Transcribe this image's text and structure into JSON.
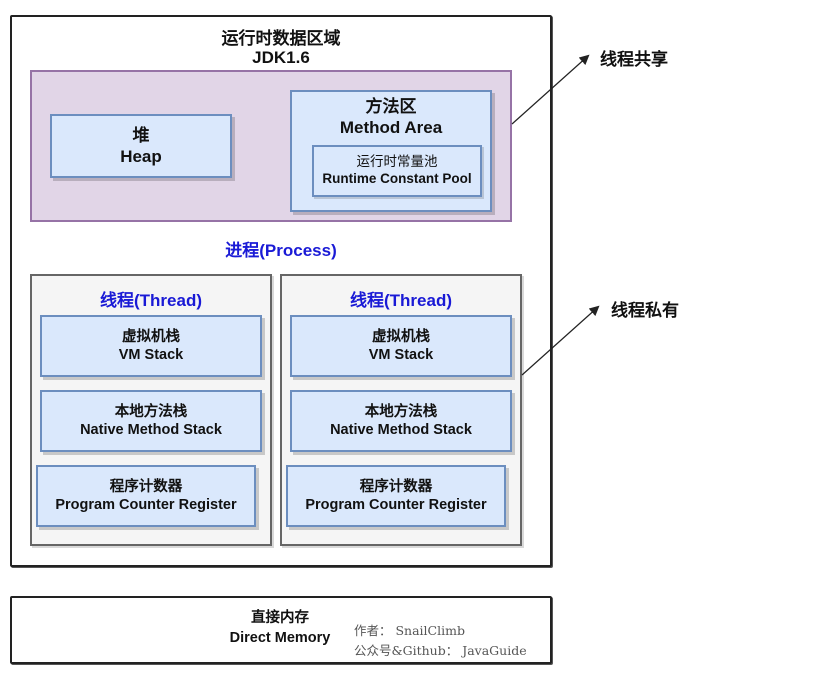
{
  "runtime": {
    "title": "运行时数据区域",
    "subtitle": "JDK1.6"
  },
  "heap": {
    "cn": "堆",
    "en": "Heap"
  },
  "method_area": {
    "cn": "方法区",
    "en": "Method Area",
    "pool": {
      "cn": "运行时常量池",
      "en": "Runtime Constant Pool"
    }
  },
  "process_label": "进程(Process)",
  "threads": [
    {
      "title": "线程(Thread)",
      "vm_stack": {
        "cn": "虚拟机栈",
        "en": "VM Stack"
      },
      "native_stack": {
        "cn": "本地方法栈",
        "en": "Native Method Stack"
      },
      "pc": {
        "cn": "程序计数器",
        "en": "Program Counter Register"
      }
    },
    {
      "title": "线程(Thread)",
      "vm_stack": {
        "cn": "虚拟机栈",
        "en": "VM Stack"
      },
      "native_stack": {
        "cn": "本地方法栈",
        "en": "Native Method Stack"
      },
      "pc": {
        "cn": "程序计数器",
        "en": "Program Counter Register"
      }
    }
  ],
  "labels": {
    "shared": "线程共享",
    "private": "线程私有"
  },
  "direct_memory": {
    "cn": "直接内存",
    "en": "Direct Memory"
  },
  "credit": {
    "author": "作者：  SnailClimb",
    "account": "公众号&Github：  JavaGuide"
  },
  "colors": {
    "shared_fill": "#e1d5e7",
    "shared_border": "#9673a6",
    "box_fill": "#dae8fc",
    "box_border": "#6c8ebf",
    "thread_fill": "#f5f5f5",
    "accent_text": "#1a1ad6"
  }
}
